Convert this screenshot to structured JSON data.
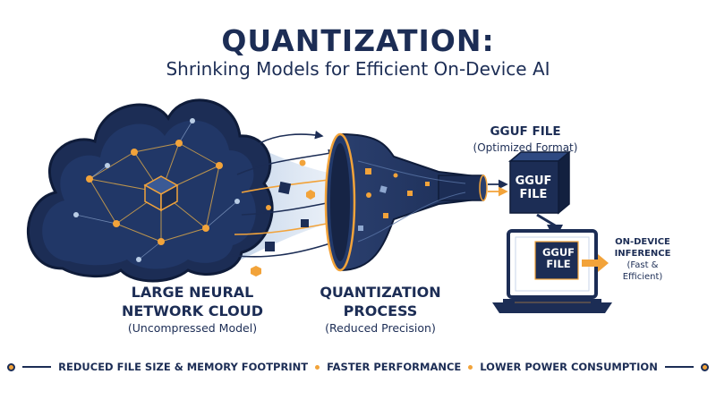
{
  "title": "QUANTIZATION:",
  "subtitle": "Shrinking Models for Efficient On-Device AI",
  "stages": {
    "cloud": {
      "title_line1": "LARGE NEURAL",
      "title_line2": "NETWORK CLOUD",
      "caption": "(Uncompressed Model)"
    },
    "funnel": {
      "title_line1": "QUANTIZATION",
      "title_line2": "PROCESS",
      "caption": "(Reduced Precision)"
    },
    "gguf": {
      "title": "GGUF FILE",
      "caption": "(Optimized Format)",
      "file_label_line1": "GGUF",
      "file_label_line2": "FILE"
    },
    "device": {
      "title_line1": "ON-DEVICE",
      "title_line2": "INFERENCE",
      "caption_line1": "(Fast &",
      "caption_line2": "Efficient)",
      "file_label_line1": "GGUF",
      "file_label_line2": "FILE"
    }
  },
  "benefits": [
    "REDUCED FILE SIZE & MEMORY FOOTPRINT",
    "FASTER PERFORMANCE",
    "LOWER POWER CONSUMPTION"
  ],
  "colors": {
    "navy": "#1c2d55",
    "orange": "#f2a33a",
    "light_blue": "#b9cde6"
  }
}
